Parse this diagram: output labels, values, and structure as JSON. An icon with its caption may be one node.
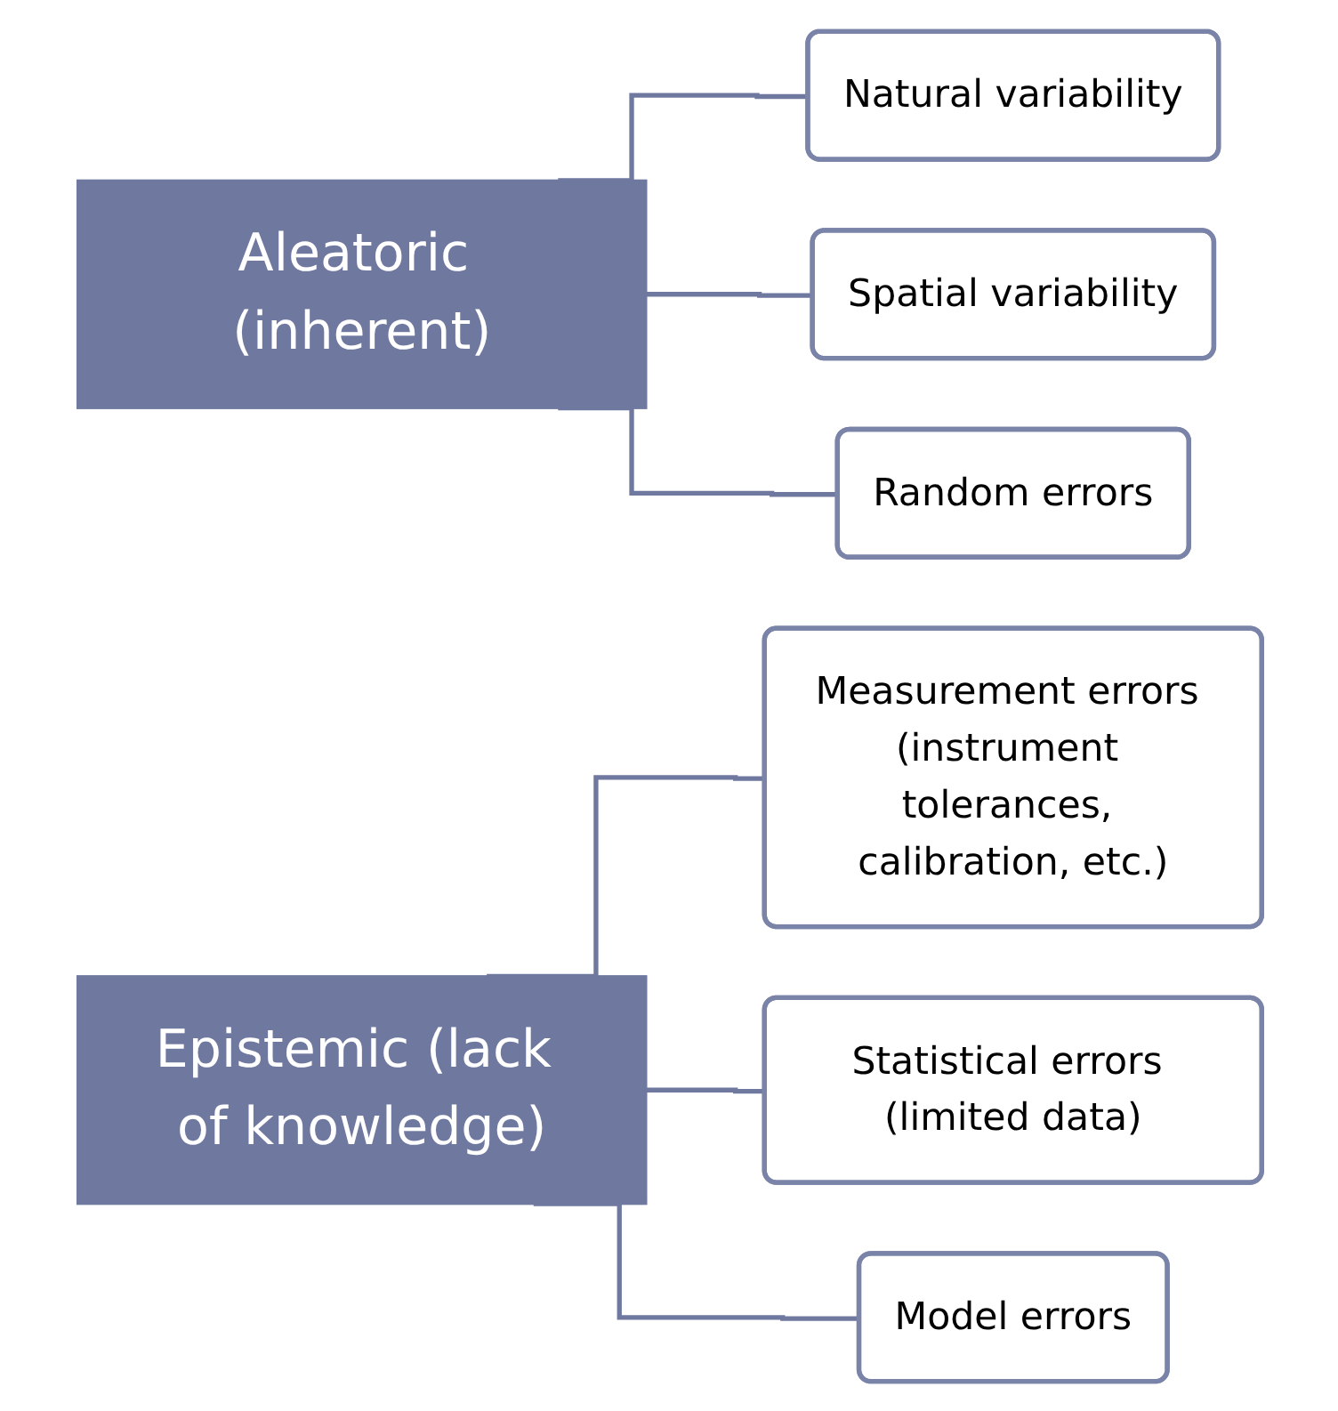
{
  "diagram": {
    "nodes": [
      {
        "text": [
          "Aleatoric (inherent)"
        ]
      },
      {
        "text": [
          "Natural variability"
        ]
      },
      {
        "text": [
          "Spatial variability"
        ]
      },
      {
        "text": [
          "Random errors"
        ]
      },
      {
        "text": [
          "Epistemic (lack of knowledge)"
        ]
      },
      {
        "text": [
          "Measurement errors (instrument tolerances, calibration, etc.)"
        ]
      },
      {
        "text": [
          "Statistical errors (limited data)"
        ]
      },
      {
        "text": [
          "Model errors"
        ]
      }
    ],
    "edges": [
      {
        "from": 0,
        "to": 1,
        "arrow": "none"
      },
      {
        "from": 0,
        "to": 2,
        "arrow": "none"
      },
      {
        "from": 0,
        "to": 3,
        "arrow": "none"
      },
      {
        "from": 4,
        "to": 5,
        "arrow": "none"
      },
      {
        "from": 4,
        "to": 6,
        "arrow": "none"
      },
      {
        "from": 4,
        "to": 7,
        "arrow": "none"
      }
    ]
  }
}
